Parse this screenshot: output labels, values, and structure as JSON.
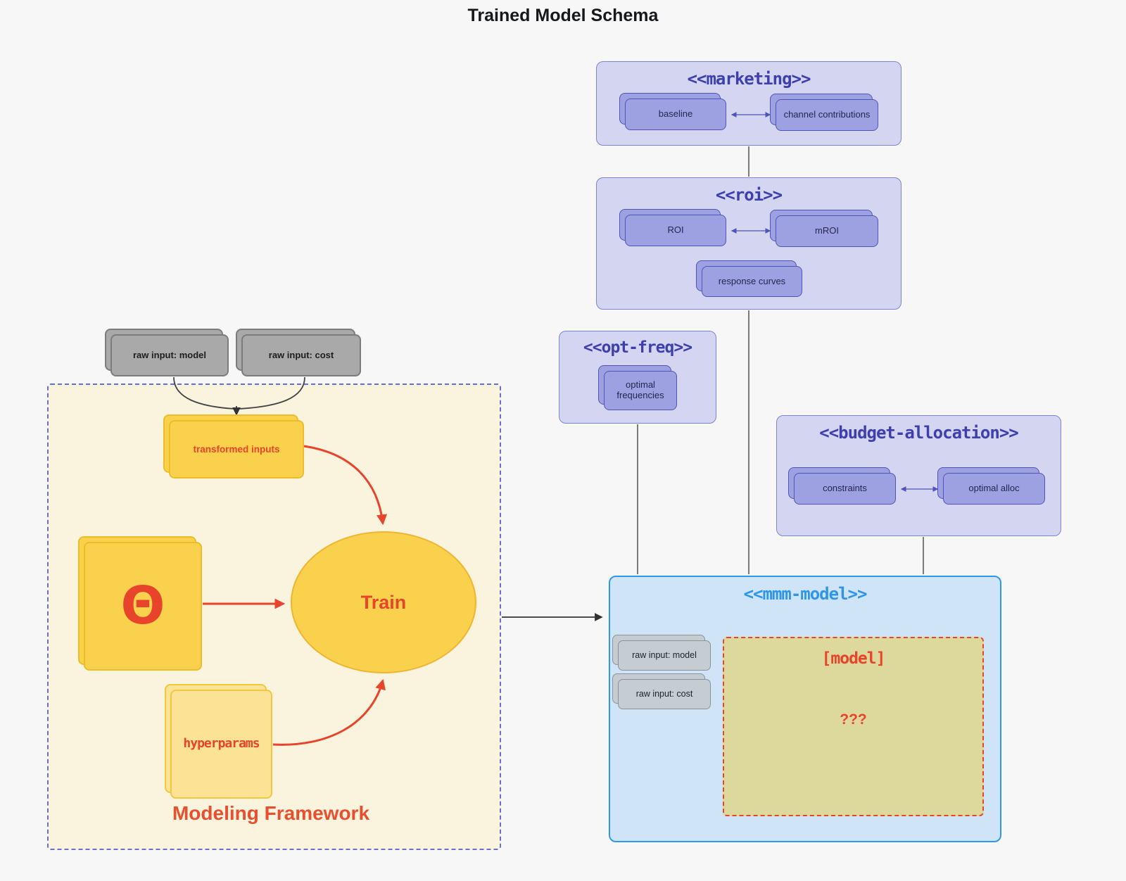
{
  "title": "Trained Model Schema",
  "raw_inputs": {
    "model": "raw input: model",
    "cost": "raw input: cost"
  },
  "framework": {
    "label": "Modeling Framework",
    "transformed_inputs": "transformed inputs",
    "theta": "Θ",
    "train": "Train",
    "hyperparams": "hyperparams"
  },
  "marketing": {
    "title": "<<marketing>>",
    "baseline": "baseline",
    "channel_contributions": "channel contributions"
  },
  "roi": {
    "title": "<<roi>>",
    "roi": "ROI",
    "mroi": "mROI",
    "response_curves": "response curves"
  },
  "opt_freq": {
    "title": "<<opt-freq>>",
    "optimal_frequencies": "optimal frequencies"
  },
  "budget_allocation": {
    "title": "<<budget-allocation>>",
    "constraints": "constraints",
    "optimal_alloc": "optimal alloc"
  },
  "mmm_model": {
    "title": "<<mmm-model>>",
    "raw_input_model": "raw input: model",
    "raw_input_cost": "raw input: cost",
    "model_label": "[model]",
    "unknown": "???"
  },
  "colors": {
    "red_accent": "#e8432b",
    "purple_title": "#3d3fae",
    "blue_title": "#2e96e8",
    "yellow_fill": "#f9d14c",
    "lavender_fill": "#d3d5f1",
    "mmm_fill": "#cfe5f7"
  }
}
